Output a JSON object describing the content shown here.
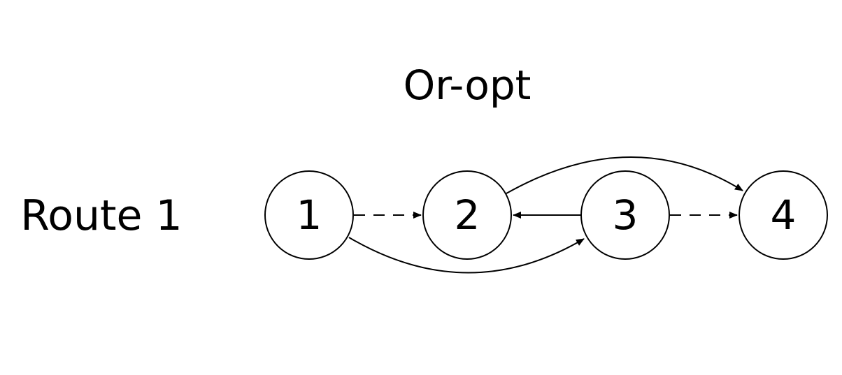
{
  "title": "Or-opt",
  "route_label": "Route 1",
  "nodes": [
    {
      "id": "n1",
      "label": "1"
    },
    {
      "id": "n2",
      "label": "2"
    },
    {
      "id": "n3",
      "label": "3"
    },
    {
      "id": "n4",
      "label": "4"
    }
  ],
  "edges": [
    {
      "from": "1",
      "to": "2",
      "style": "dashed"
    },
    {
      "from": "3",
      "to": "4",
      "style": "dashed"
    },
    {
      "from": "3",
      "to": "2",
      "style": "solid"
    },
    {
      "from": "1",
      "to": "3",
      "style": "solid"
    },
    {
      "from": "2",
      "to": "4",
      "style": "solid"
    }
  ],
  "colors": {
    "stroke": "#000000",
    "background": "#ffffff"
  }
}
